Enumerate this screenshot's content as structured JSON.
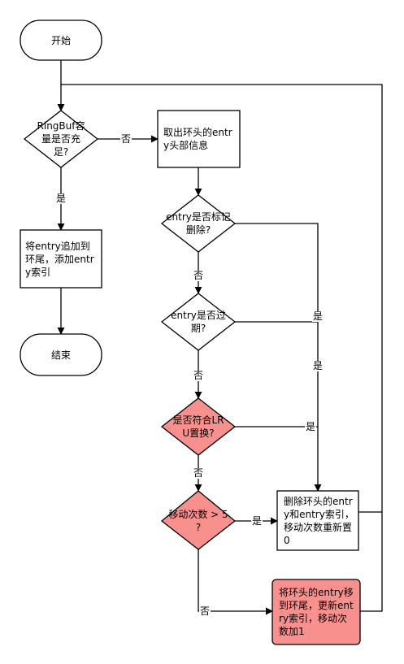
{
  "colors": {
    "stroke": "#000000",
    "node_fill": "#ffffff",
    "highlight_fill": "#f8908e"
  },
  "nodes": {
    "start": "开始",
    "ringbuf_check": "RingBuf容量是否充足?",
    "append_entry": "将entry追加到环尾，添加entry索引",
    "end": "结束",
    "fetch_head": "取出环头的entry头部信息",
    "deleted_check": "entry是否标记删除?",
    "expired_check": "entry是否过期?",
    "lru_check": "是否符合LRU置换?",
    "move_count_check": "移动次数 > 5 ?",
    "delete_head": "删除环头的entry和entry索引，移动次数重新置0",
    "move_to_tail": "将环头的entry移到环尾，更新entry索引，移动次数加1"
  },
  "edges": {
    "ringbuf_no": "否",
    "ringbuf_yes": "是",
    "deleted_no": "否",
    "deleted_yes": "是",
    "expired_no": "否",
    "expired_yes": "是",
    "lru_no": "否",
    "lru_yes": "是",
    "move_yes": "是",
    "move_no": "否"
  }
}
